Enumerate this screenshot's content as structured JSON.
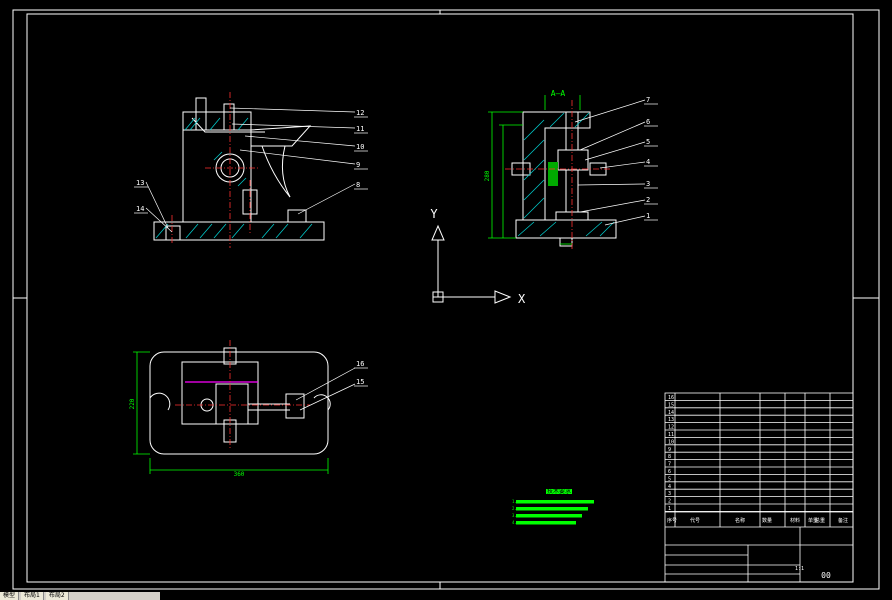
{
  "colors": {
    "background": "#000000",
    "line": "#ffffff",
    "hatch": "#00c8c8",
    "dimension": "#00ff00",
    "center": "#ff3030",
    "accent": "#ff00ff",
    "note": "#00ff00",
    "axis": "#ffffff",
    "title": "#ffffff"
  },
  "ucs": {
    "x_label": "X",
    "y_label": "Y"
  },
  "front_view": {
    "balloons": [
      "12",
      "11",
      "10",
      "9",
      "8",
      "13",
      "14"
    ]
  },
  "section_view": {
    "label": "A—A",
    "balloons": [
      "7",
      "6",
      "5",
      "4",
      "3",
      "2",
      "1"
    ],
    "dim_height": "280"
  },
  "top_view": {
    "balloons": [
      "16",
      "15"
    ],
    "dim_height": "220",
    "dim_width": "360"
  },
  "notes": {
    "title": "技术要求",
    "lines": [
      "1.",
      "2.",
      "3.",
      "4."
    ]
  },
  "title_block": {
    "col_headers": [
      "序号",
      "代号",
      "名称",
      "数量",
      "材料",
      "单重",
      "总重",
      "备注"
    ],
    "seq_numbers": [
      "16",
      "15",
      "14",
      "13",
      "12",
      "11",
      "10",
      "9",
      "8",
      "7",
      "6",
      "5",
      "4",
      "3",
      "2",
      "1"
    ],
    "scale": "1:1",
    "drawing_no": "00"
  },
  "layout_tabs": [
    "模型",
    "布局1",
    "布局2"
  ]
}
